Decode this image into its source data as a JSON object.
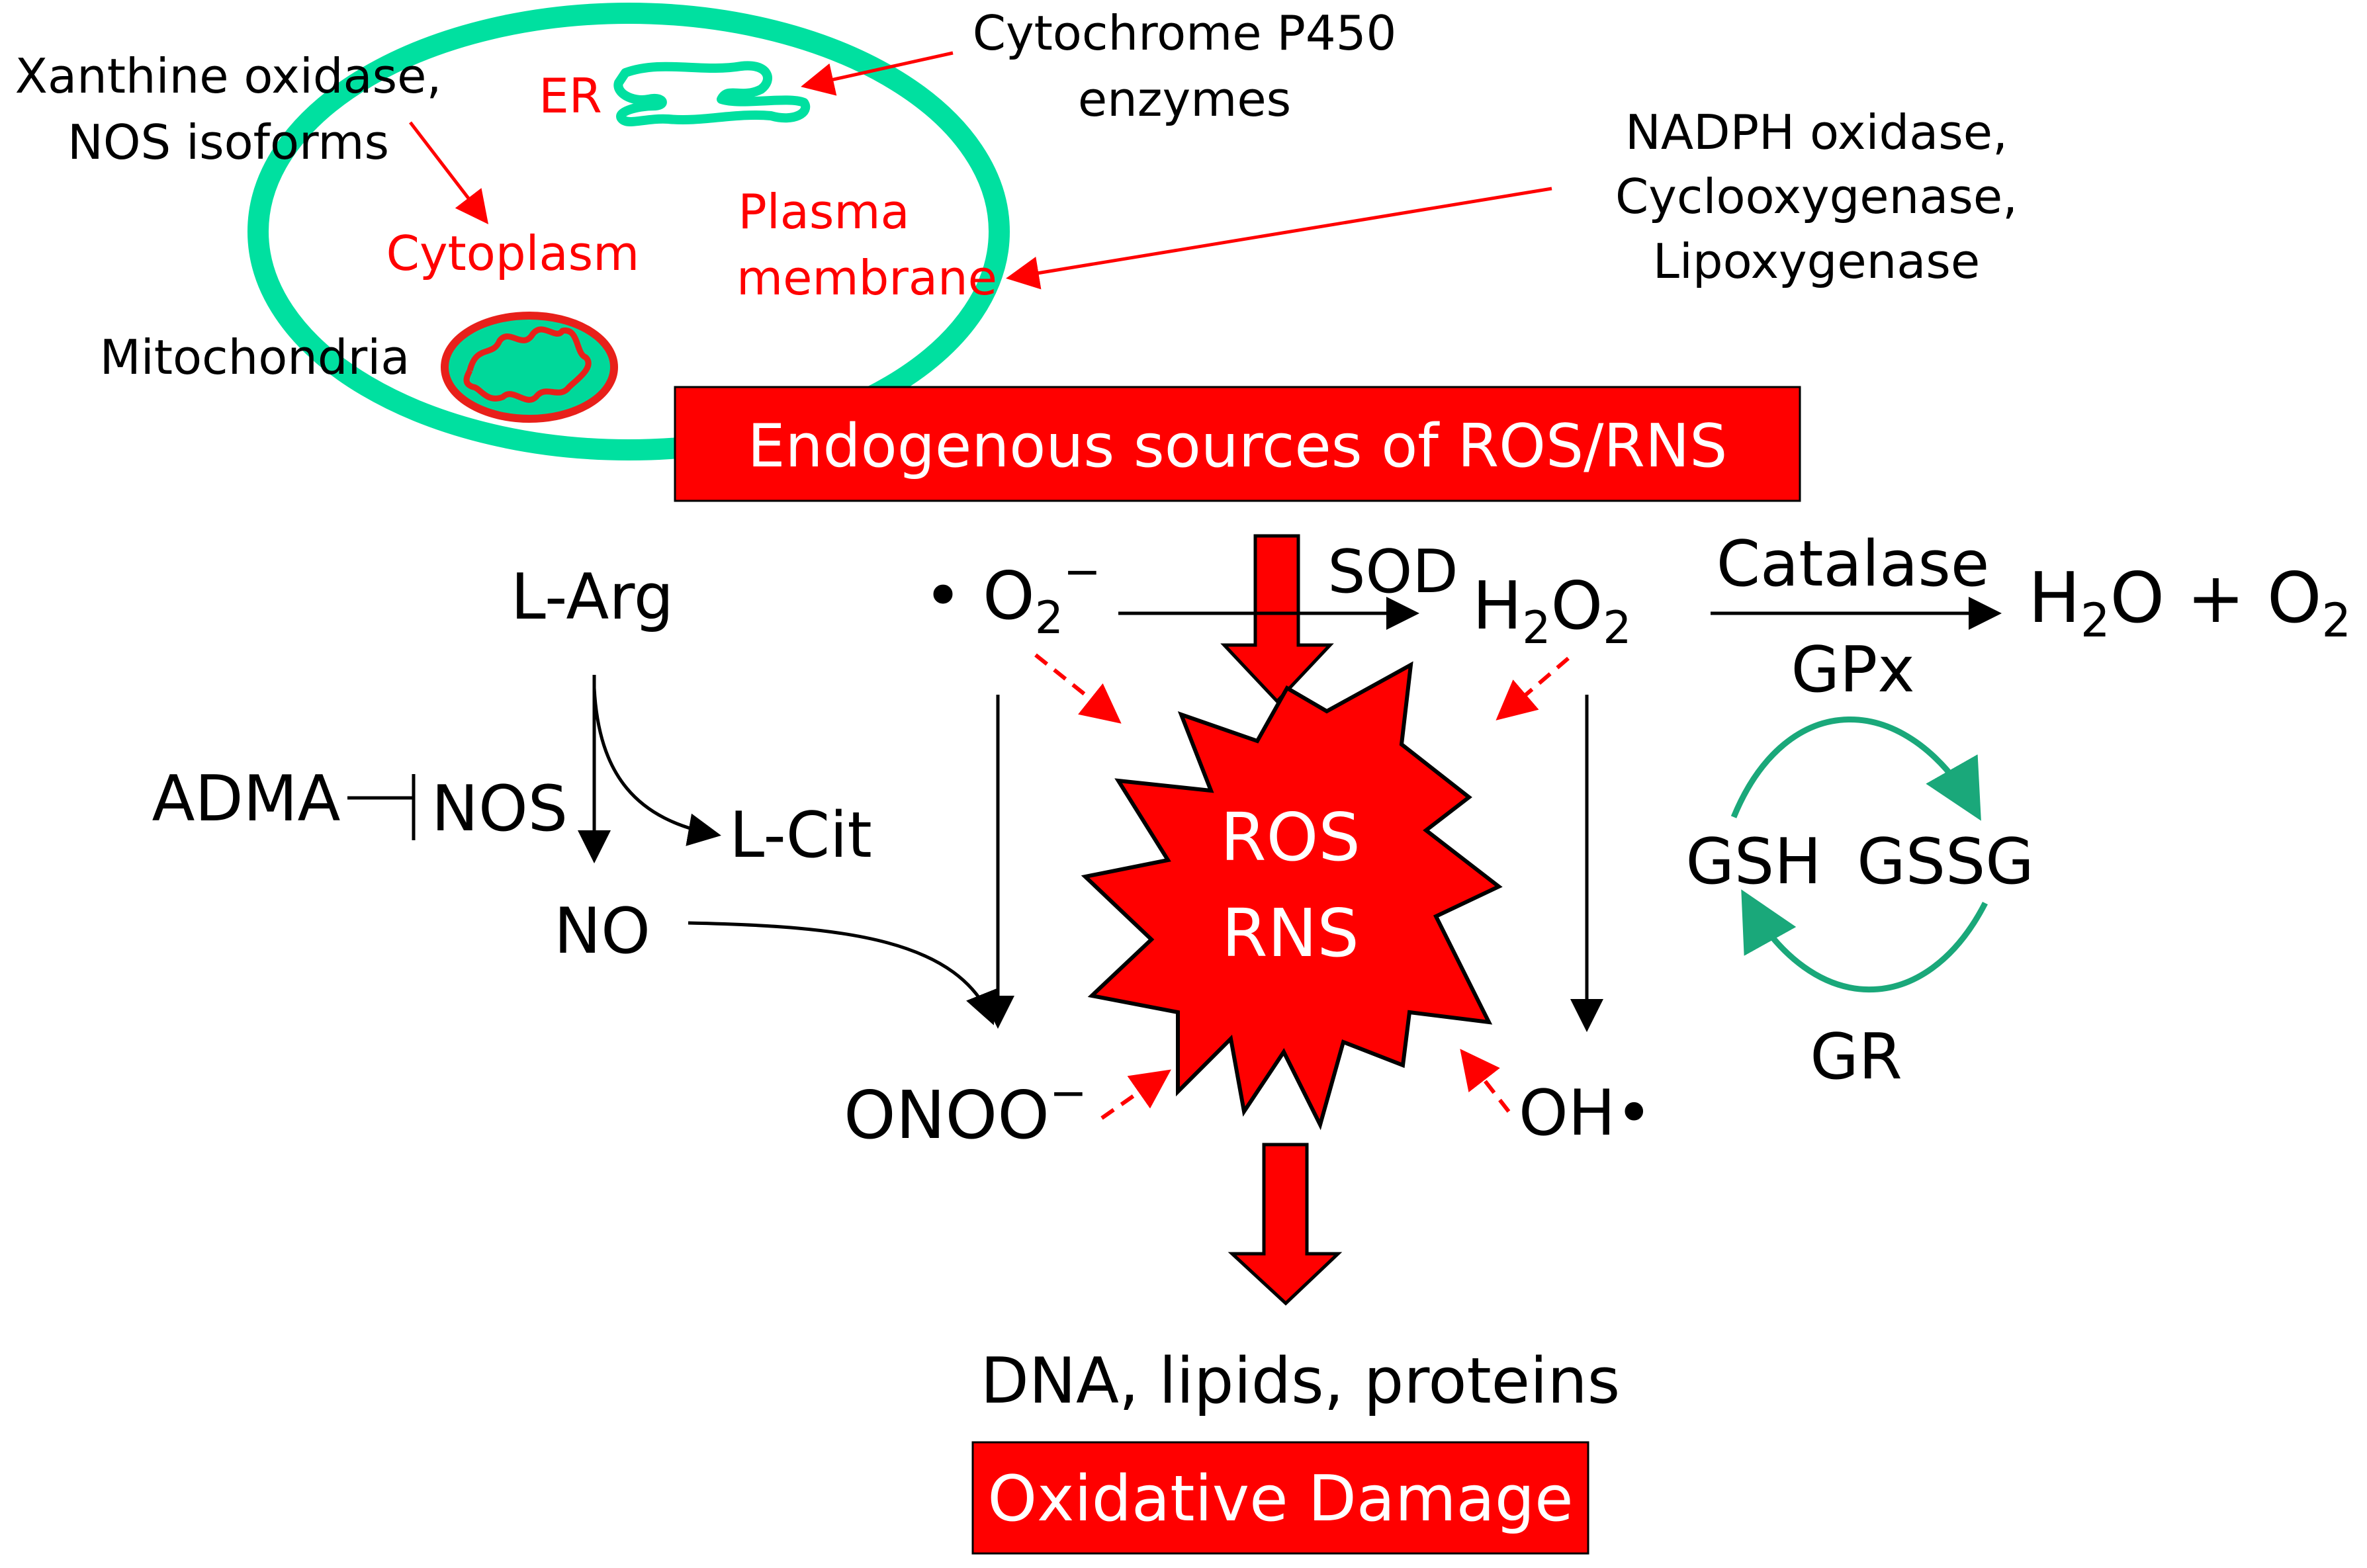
{
  "cell": {
    "source_left_top": "Xanthine oxidase,",
    "source_left_bottom": "NOS isoforms",
    "er": "ER",
    "cytochrome_top": "Cytochrome P450",
    "cytochrome_bottom": "enzymes",
    "nadph_1": "NADPH oxidase,",
    "nadph_2": "Cyclooxygenase,",
    "nadph_3": "Lipoxygenase",
    "cytoplasm": "Cytoplasm",
    "plasma_top": "Plasma",
    "plasma_bottom": "membrane",
    "mitochondria": "Mitochondria"
  },
  "endogenous_box": "Endogenous sources of ROS/RNS",
  "pathway": {
    "l_arg": "L-Arg",
    "adma": "ADMA",
    "nos": "NOS",
    "l_cit": "L-Cit",
    "no": "NO",
    "superoxide_dot": "•",
    "superoxide_o": "O",
    "superoxide_sub": "2",
    "superoxide_sup": "−",
    "sod": "SOD",
    "h2o2_h": "H",
    "h2o2_sub1": "2",
    "h2o2_o": "O",
    "h2o2_sub2": "2",
    "catalase": "Catalase",
    "products_h": "H",
    "products_sub1": "2",
    "products_rest": "O + O",
    "products_sub2": "2",
    "gpx": "GPx",
    "gsh": "GSH",
    "gssg": "GSSG",
    "gr": "GR",
    "onoo": "ONOO",
    "onoo_sup": "−",
    "oh": "OH",
    "oh_dot": "•",
    "ros": "ROS",
    "rns": "RNS"
  },
  "targets": "DNA, lipids, proteins",
  "damage_box": "Oxidative Damage",
  "colors": {
    "membrane": "#00e0a0",
    "red": "#ff0000",
    "green_cycle": "#1aa87a"
  }
}
